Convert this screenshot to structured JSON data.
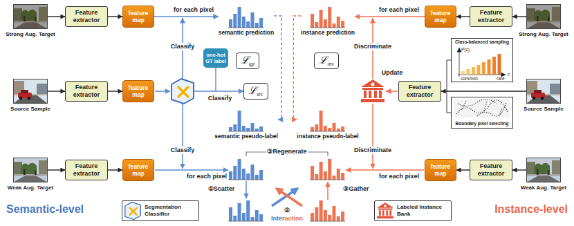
{
  "diagram": {
    "nodes": [
      {
        "text": [
          "Strong Aug. Target"
        ]
      },
      {
        "text": [
          "Feature extractor"
        ]
      },
      {
        "text": [
          "feature map"
        ]
      },
      {
        "text": [
          "semantic prediction"
        ]
      },
      {
        "text": [
          "instance prediction"
        ]
      },
      {
        "text": [
          "feature map"
        ]
      },
      {
        "text": [
          "Feature extractor"
        ]
      },
      {
        "text": [
          "Strong Aug. Target"
        ]
      },
      {
        "text": [
          "one-hot GT label"
        ]
      },
      {
        "text": [
          "ℒ",
          "tgt"
        ]
      },
      {
        "text": [
          "ℒ",
          "ins"
        ]
      },
      {
        "text": [
          "Source Sample"
        ]
      },
      {
        "text": [
          "Feature extractor"
        ]
      },
      {
        "text": [
          "feature map"
        ]
      },
      {
        "text": [
          "ℒ",
          "src"
        ]
      },
      {
        "text": [
          "Feature extractor"
        ]
      },
      {
        "text": [
          "Class-balanced sampling",
          "P(c)",
          "common",
          "rare",
          "c"
        ]
      },
      {
        "text": [
          "Boundary pixel selecting"
        ]
      },
      {
        "text": [
          "Source Sample"
        ]
      },
      {
        "text": [
          "semantic pseudo-label"
        ]
      },
      {
        "text": [
          "instance pseudo-label"
        ]
      },
      {
        "text": [
          "Weak Aug. Target"
        ]
      },
      {
        "text": [
          "Feature extractor"
        ]
      },
      {
        "text": [
          "feature map"
        ]
      },
      {
        "text": [
          "feature map"
        ]
      },
      {
        "text": [
          "Feature extractor"
        ]
      },
      {
        "text": [
          "Weak Aug. Target"
        ]
      }
    ],
    "edges": [
      {
        "from": 0,
        "to": 1,
        "arrow": "to"
      },
      {
        "from": 1,
        "to": 2,
        "arrow": "to"
      },
      {
        "from": 2,
        "to": 3,
        "label": "for each pixel",
        "arrow": "to"
      },
      {
        "from": 7,
        "to": 6,
        "arrow": "to"
      },
      {
        "from": 6,
        "to": 5,
        "arrow": "to"
      },
      {
        "from": 5,
        "to": 4,
        "label": "for each pixel",
        "arrow": "to"
      },
      {
        "from": 11,
        "to": 12,
        "arrow": "to"
      },
      {
        "from": 12,
        "to": 13,
        "arrow": "to"
      },
      {
        "from": 8,
        "to": 14,
        "arrow": "to"
      },
      {
        "from": 3,
        "to": 19,
        "arrow": "to"
      },
      {
        "from": 4,
        "to": 20,
        "arrow": "to"
      },
      {
        "from": 18,
        "to": 15,
        "arrow": "to"
      },
      {
        "from": 21,
        "to": 22,
        "arrow": "to"
      },
      {
        "from": 22,
        "to": 23,
        "arrow": "to"
      },
      {
        "from": 26,
        "to": 25,
        "arrow": "to"
      },
      {
        "from": 25,
        "to": 24,
        "arrow": "to"
      }
    ],
    "labels": [
      "Classify",
      "Classify",
      "Classify",
      "Discriminate",
      "Discriminate",
      "Update",
      "for each pixel",
      "for each pixel",
      "③Regenerate",
      "①Scatter",
      "②",
      "Inter",
      "action",
      "③Gather",
      "Semantic-level",
      "Instance-level"
    ],
    "legend": [
      {
        "text": "Segmentation Classifier"
      },
      {
        "text": "Labeled Instance Bank"
      }
    ]
  }
}
